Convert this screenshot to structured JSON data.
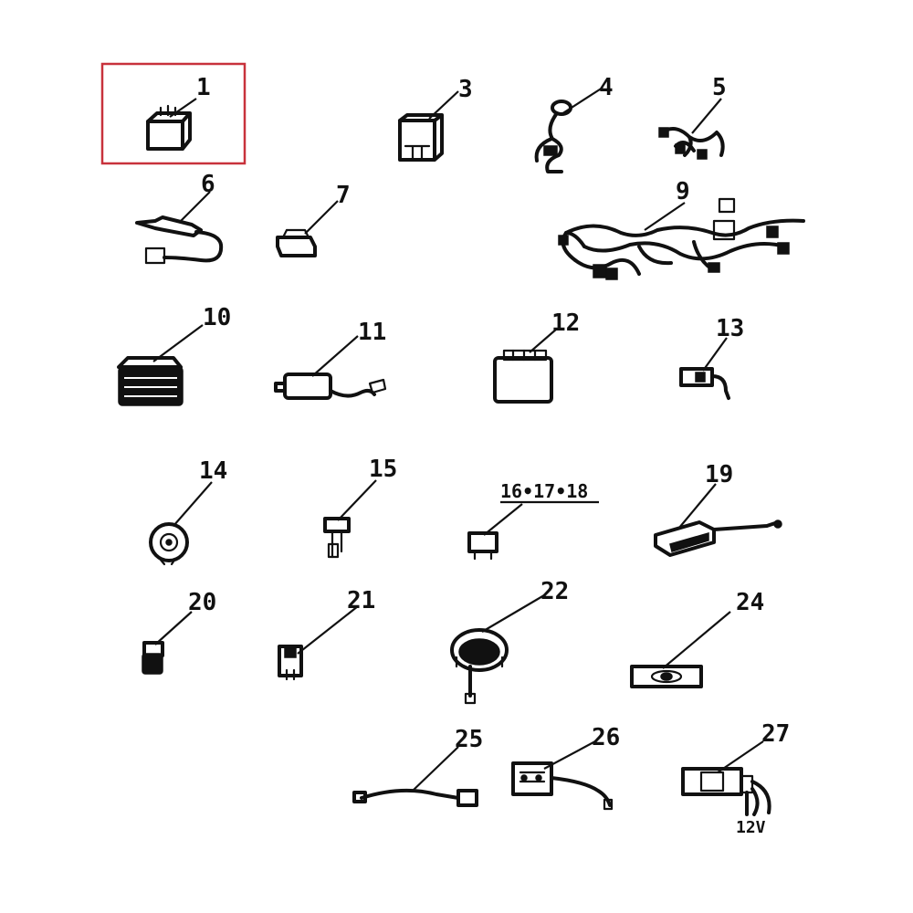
{
  "highlight": {
    "part": "1",
    "color": "#c8323c"
  },
  "parts": [
    {
      "id": "p1",
      "label": "1"
    },
    {
      "id": "p3",
      "label": "3"
    },
    {
      "id": "p4",
      "label": "4"
    },
    {
      "id": "p5",
      "label": "5"
    },
    {
      "id": "p6",
      "label": "6"
    },
    {
      "id": "p7",
      "label": "7"
    },
    {
      "id": "p9",
      "label": "9"
    },
    {
      "id": "p10",
      "label": "10"
    },
    {
      "id": "p11",
      "label": "11"
    },
    {
      "id": "p12",
      "label": "12"
    },
    {
      "id": "p13",
      "label": "13"
    },
    {
      "id": "p14",
      "label": "14"
    },
    {
      "id": "p15",
      "label": "15"
    },
    {
      "id": "p16",
      "label": "16•17•18"
    },
    {
      "id": "p19",
      "label": "19"
    },
    {
      "id": "p20",
      "label": "20"
    },
    {
      "id": "p21",
      "label": "21"
    },
    {
      "id": "p22",
      "label": "22"
    },
    {
      "id": "p24",
      "label": "24"
    },
    {
      "id": "p25",
      "label": "25"
    },
    {
      "id": "p26",
      "label": "26"
    },
    {
      "id": "p27",
      "label": "27"
    }
  ],
  "part27_marking": "12V"
}
